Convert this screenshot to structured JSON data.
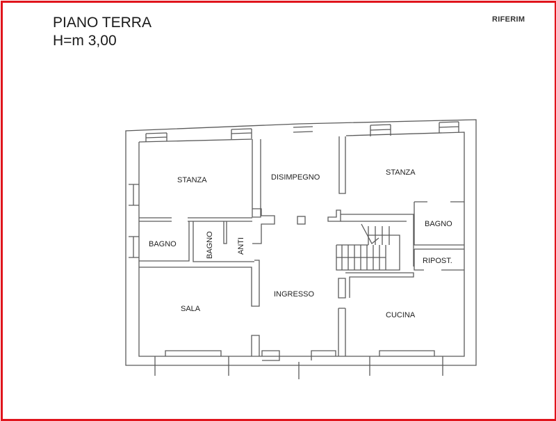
{
  "header": {
    "title": "PIANO TERRA",
    "subtitle": "H=m 3,00",
    "reference": "RIFERIM"
  },
  "colors": {
    "frame": "#e0141c",
    "walls": "#5a5a5a",
    "text": "#1e1e1e"
  },
  "rooms": [
    {
      "id": "stanza-1",
      "label": "STANZA"
    },
    {
      "id": "disimpegno",
      "label": "DISIMPEGNO"
    },
    {
      "id": "stanza-2",
      "label": "STANZA"
    },
    {
      "id": "bagno-1",
      "label": "BAGNO"
    },
    {
      "id": "bagno-2",
      "label": "BAGNO"
    },
    {
      "id": "anti",
      "label": "ANTI"
    },
    {
      "id": "bagno-3",
      "label": "BAGNO"
    },
    {
      "id": "ripost",
      "label": "RIPOST."
    },
    {
      "id": "sala",
      "label": "SALA"
    },
    {
      "id": "ingresso",
      "label": "INGRESSO"
    },
    {
      "id": "cucina",
      "label": "CUCINA"
    }
  ]
}
